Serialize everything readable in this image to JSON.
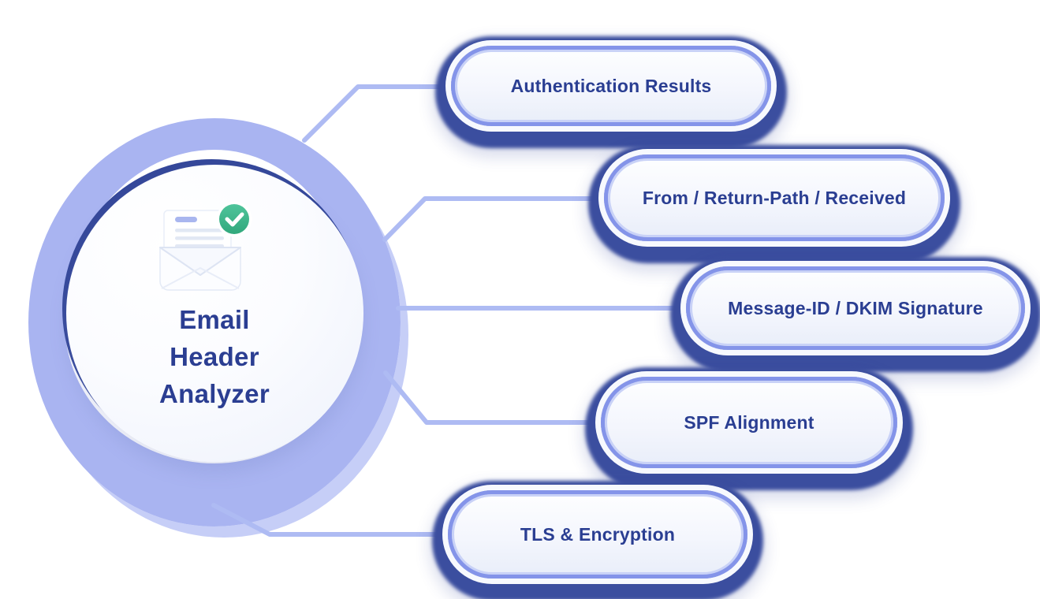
{
  "diagram": {
    "title": "Email Header Analyzer",
    "center": {
      "title_lines": [
        "Email",
        "Header",
        "Analyzer"
      ],
      "icon": "email-with-check-badge"
    },
    "nodes": [
      {
        "label": "Authentication Results"
      },
      {
        "label": "From / Return-Path / Received"
      },
      {
        "label": "Message-ID / DKIM Signature"
      },
      {
        "label": "SPF Alignment"
      },
      {
        "label": "TLS & Encryption"
      }
    ],
    "colors": {
      "background": "#ffffff",
      "navy_shadow": "#3b4e9f",
      "text_navy": "#2a3e92",
      "periwinkle_ring": "#a9b4f1",
      "pill_border": "#8494e9",
      "connector_line": "#aebbf3",
      "badge_green": "#3eb88c",
      "doc_accent_bar": "#a9b6ef"
    }
  }
}
